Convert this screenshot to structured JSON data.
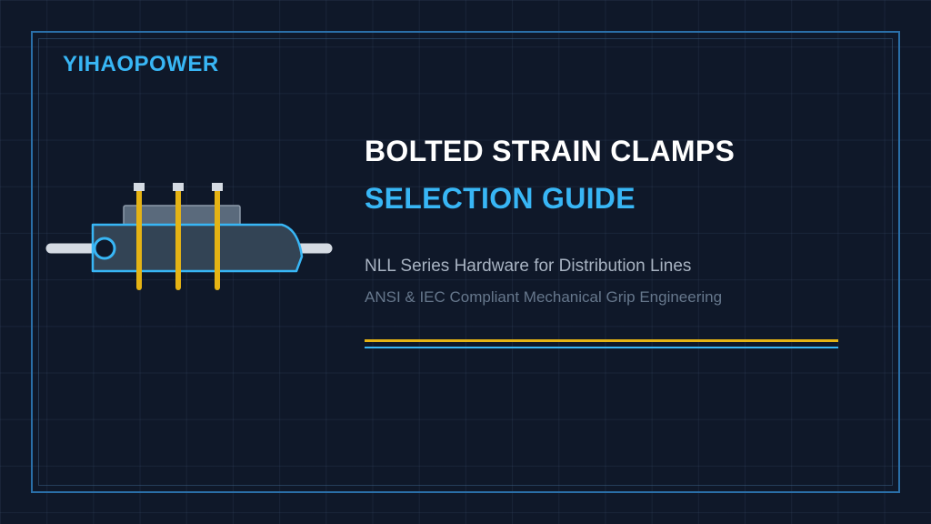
{
  "brand": "YIHAOPOWER",
  "title": "BOLTED STRAIN CLAMPS",
  "subtitle": "SELECTION GUIDE",
  "description_line1": "NLL Series Hardware for Distribution Lines",
  "description_line2": "ANSI & IEC Compliant Mechanical Grip Engineering",
  "colors": {
    "background": "#0f1829",
    "accent_blue": "#38b6f5",
    "accent_gold": "#e5b314",
    "frame": "#2a6fa8"
  },
  "illustration": {
    "icon": "bolted-strain-clamp-icon",
    "bolt_count": 3
  }
}
